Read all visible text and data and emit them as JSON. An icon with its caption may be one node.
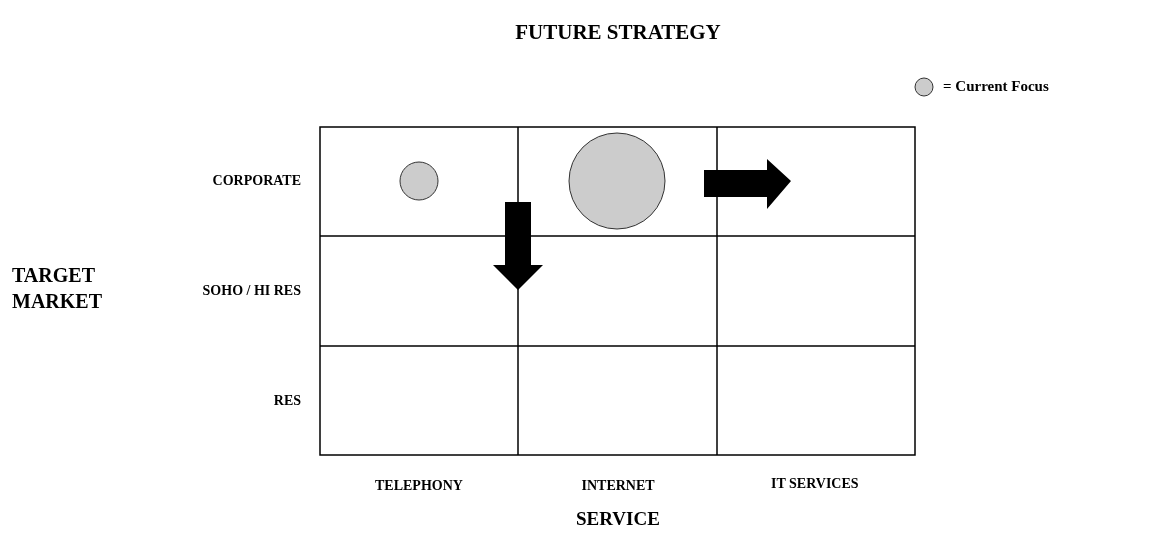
{
  "diagram": {
    "title": "FUTURE STRATEGY",
    "nodes": [
      {
        "text": [],
        "shape": "circle"
      },
      {
        "text": [],
        "shape": "circle"
      }
    ],
    "labels": [
      "CORPORATE",
      "TARGET MARKET",
      "SOHO / HI RES",
      "RES",
      "TELEPHONY",
      "INTERNET",
      "IT SERVICES",
      "SERVICE"
    ],
    "legend": [
      {
        "text": "= Current Focus",
        "color": "#cccccc"
      }
    ]
  }
}
